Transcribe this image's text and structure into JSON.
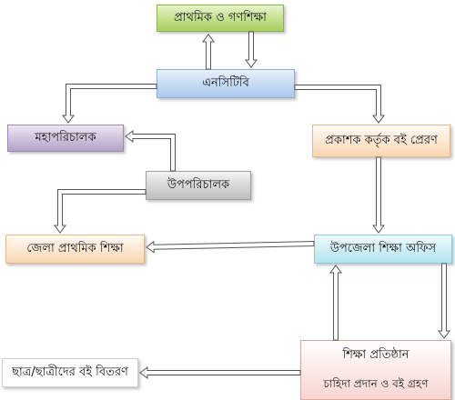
{
  "diagram": {
    "nodes": {
      "primary_mass_edu": "প্রাথমিক ও গণশিক্ষা",
      "nctb": "এনসিটিবি",
      "director_general": "মহাপরিচালক",
      "publisher_send": "প্রকাশক কর্তৃক বই প্রেরণ",
      "deputy_director": "উপপরিচালক",
      "district_primary": "জেলা প্রাথমিক শিক্ষা",
      "upazila_office": "উপজেলা শিক্ষা অফিস",
      "institution": "শিক্ষা প্রতিষ্ঠান",
      "institution_sub": "চাহিদা প্রদান ও বই গ্রহণ",
      "student_distribution": "ছাত্র/ছাত্রীদের বই বিতরণ"
    },
    "colors": {
      "arrow_fill": "#ffffff",
      "arrow_stroke": "#555555"
    }
  }
}
